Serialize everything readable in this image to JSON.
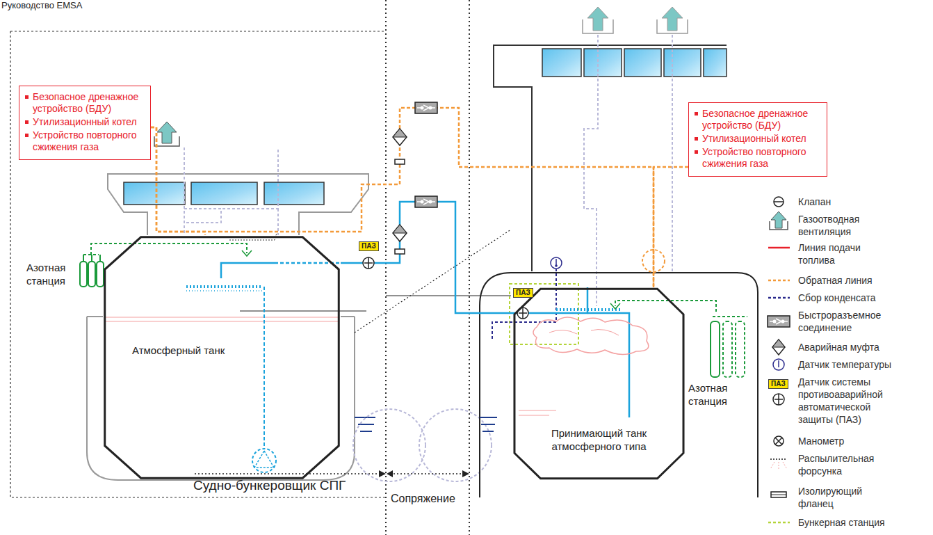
{
  "diagram": {
    "nodes": [
      {
        "text": [
          "Безопасное дренажное устройство (БДУ)",
          "Утилизационный котел",
          "Устройство повторного сжижения газа"
        ]
      },
      {
        "text": [
          "Безопасное дренажное устройство (БДУ)",
          "Утилизационный котел",
          "Устройство повторного сжижения газа"
        ]
      },
      {
        "text": [
          "Атмосферный танк"
        ]
      },
      {
        "text": [
          "Принимающий танк атмосферного типа"
        ]
      }
    ],
    "edges": [
      {
        "from": 2,
        "to": 3,
        "arrow": "none"
      },
      {
        "from": 0,
        "to": 2,
        "arrow": "none"
      },
      {
        "from": 0,
        "to": 3,
        "arrow": "none"
      },
      {
        "from": 1,
        "to": 3,
        "arrow": "none"
      }
    ],
    "labels": [
      "Руководство EMSA",
      "Азотная станция",
      "Азотная станция",
      "ПАЗ",
      "ПАЗ",
      "ПАЗ",
      "Судно-бункеровщик СПГ",
      "Сопряжение"
    ],
    "legend": [
      {
        "text": "Клапан"
      },
      {
        "text": "Газоотводная вентиляция"
      },
      {
        "text": "Линия подачи топлива"
      },
      {
        "text": "Обратная линия"
      },
      {
        "text": "Сбор конденсата"
      },
      {
        "text": "Быстроразъемное соединение"
      },
      {
        "text": "Аварийная муфта"
      },
      {
        "text": "Датчик температуры"
      },
      {
        "text": "Датчик системы противоаварийной автоматической защиты (ПАЗ)"
      },
      {
        "text": "Манометр"
      },
      {
        "text": "Распылительная форсунка"
      },
      {
        "text": "Изолирующий фланец"
      },
      {
        "text": "Бункерная станция"
      }
    ]
  }
}
